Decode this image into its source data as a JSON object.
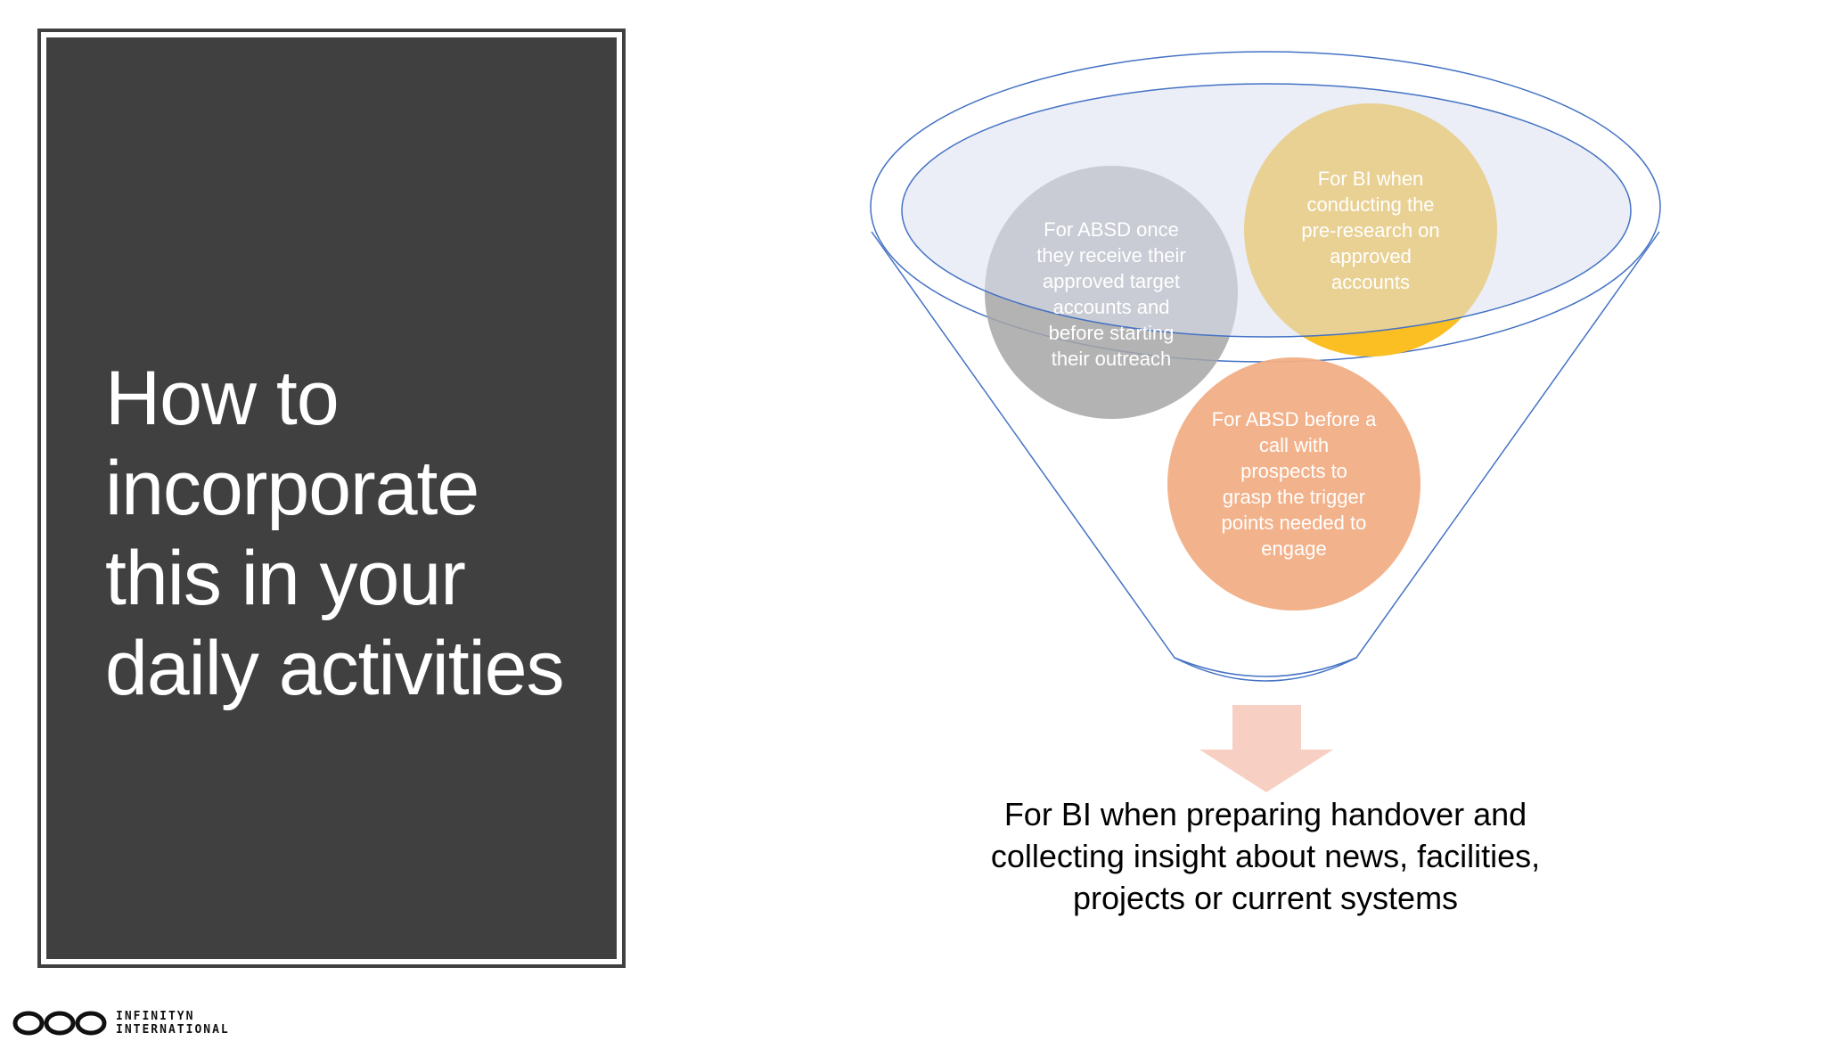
{
  "title": {
    "lines": [
      "How to",
      "incorporate",
      "this in your",
      "daily activities"
    ]
  },
  "funnel": {
    "circles": [
      {
        "id": "absd-target-accounts",
        "lines": [
          "For ABSD once",
          "they receive their",
          "approved target",
          "accounts and",
          "before starting",
          "their outreach"
        ],
        "color": "#a6a6a6"
      },
      {
        "id": "bi-pre-research",
        "lines": [
          "For BI when",
          "conducting the",
          "pre-research on",
          "approved",
          "accounts"
        ],
        "color": "#ffc000"
      },
      {
        "id": "absd-prospect-call",
        "lines": [
          "For ABSD before a",
          "call with",
          "prospects to",
          "grasp the trigger",
          "points needed to",
          "engage"
        ],
        "color": "#f4b183"
      }
    ],
    "outline_color": "#4472c4",
    "arrow_color": "#f8cbad"
  },
  "caption": {
    "lines": [
      "For BI when preparing handover and",
      "collecting insight about news, facilities,",
      "projects or current systems"
    ]
  },
  "logo": {
    "icon": "infinity-loops-icon",
    "line1": "INFINITYN",
    "line2": "INTERNATIONAL"
  }
}
